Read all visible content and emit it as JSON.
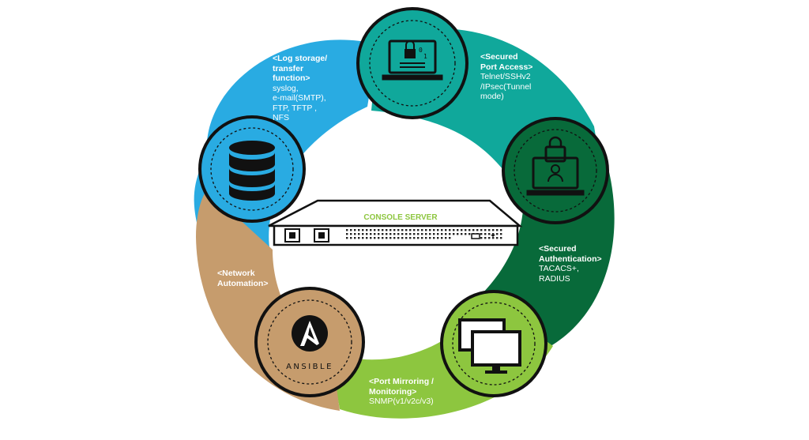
{
  "device": {
    "title": "CONSOLE SERVER"
  },
  "segments": [
    {
      "id": "log",
      "color": "#29abe2",
      "heading": [
        "<Log storage/",
        "transfer",
        "function>"
      ],
      "body": [
        "syslog,",
        "e-mail(SMTP),",
        "FTP, TFTP ,",
        "NFS"
      ],
      "icon": "database-icon"
    },
    {
      "id": "port",
      "color": "#10a89b",
      "heading": [
        "<Secured",
        "Port Access>"
      ],
      "body": [
        "Telnet/SSHv2",
        "/IPsec(Tunnel",
        "mode)"
      ],
      "icon": "laptop-lock-icon"
    },
    {
      "id": "auth",
      "color": "#086a3a",
      "heading": [
        "<Secured",
        "Authentication>"
      ],
      "body": [
        "TACACS+,",
        "RADIUS"
      ],
      "icon": "laptop-user-lock-icon"
    },
    {
      "id": "mirror",
      "color": "#8dc63f",
      "heading": [
        "<Port Mirroring /",
        "Monitoring>"
      ],
      "body": [
        "SNMP(v1/v2c/v3)"
      ],
      "icon": "dual-monitor-icon"
    },
    {
      "id": "auto",
      "color": "#c69c6d",
      "heading": [
        "<Network",
        "Automation>"
      ],
      "body": [],
      "icon": "ansible-logo-icon"
    }
  ],
  "ansible": {
    "wordmark": "ANSIBLE"
  }
}
